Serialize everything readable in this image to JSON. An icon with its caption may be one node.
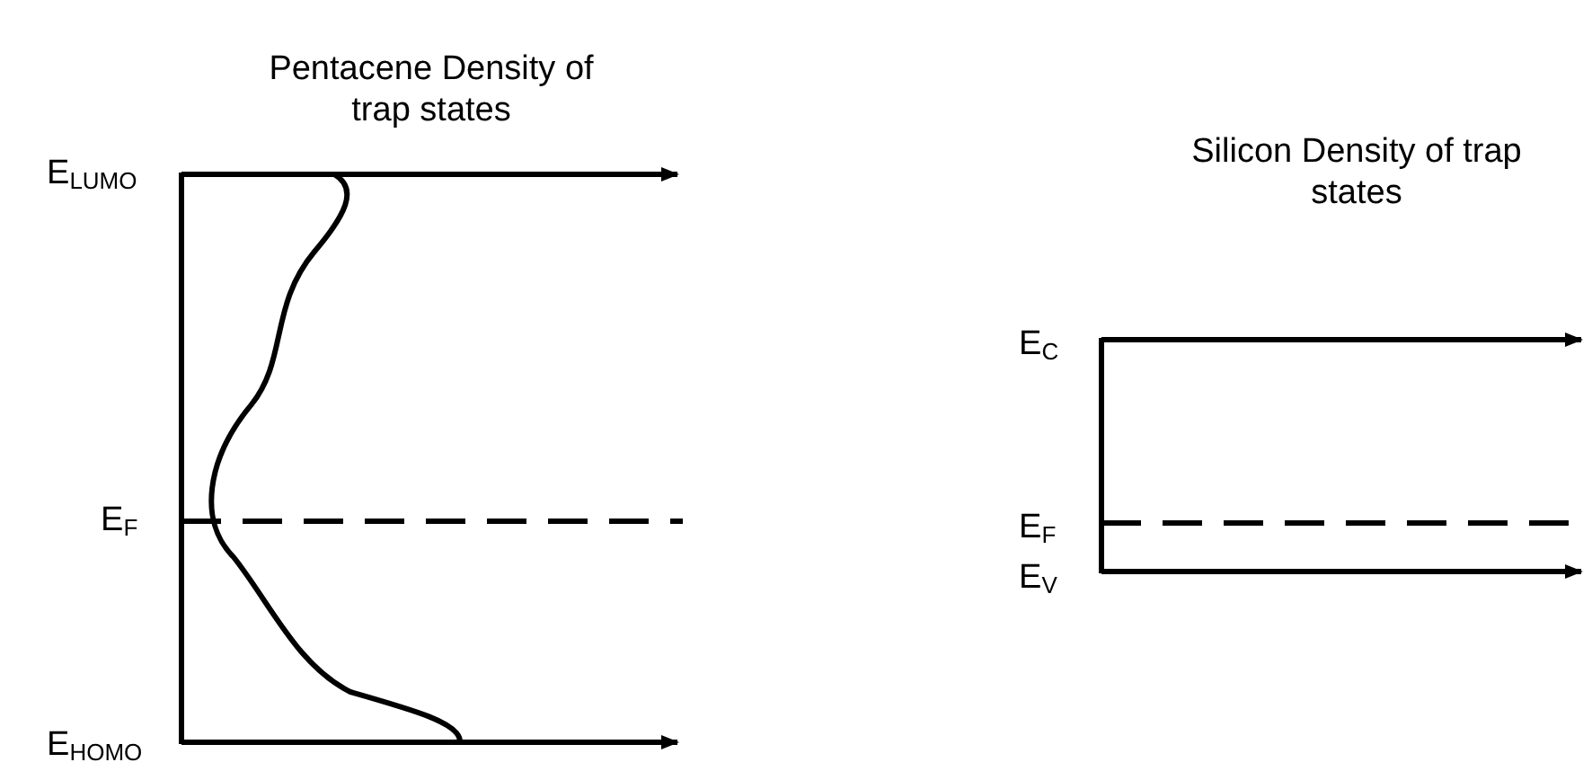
{
  "diagram": {
    "labels": [
      "Pentacene Density of trap states",
      "E$_{LUMO}$",
      "E$_{F}$",
      "E$_{HOMO}$",
      "Silicon Density of trap states",
      "E$_{C}$",
      "E$_{F}$",
      "E$_{V}$"
    ]
  }
}
